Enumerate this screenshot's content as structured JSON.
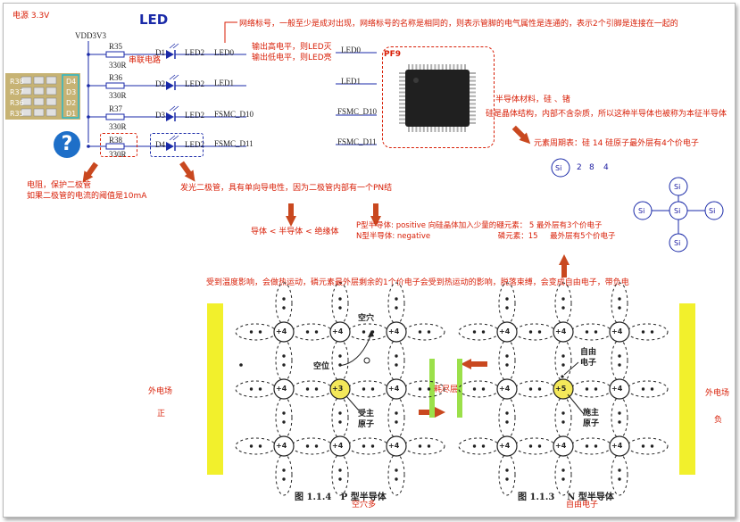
{
  "circuit": {
    "power_label": "电源 3.3V",
    "vdd_label": "VDD3V3",
    "title": "LED",
    "resistors": [
      {
        "ref": "R35",
        "value": "330R"
      },
      {
        "ref": "R36",
        "value": "330R"
      },
      {
        "ref": "R37",
        "value": "330R"
      },
      {
        "ref": "R38",
        "value": "330R"
      }
    ],
    "diodes": [
      {
        "ref": "D1",
        "led": "LED2",
        "net": "LED0"
      },
      {
        "ref": "D2",
        "led": "LED2",
        "net": "LED1"
      },
      {
        "ref": "D3",
        "led": "LED2",
        "net": "FSMC_D10"
      },
      {
        "ref": "D4",
        "led": "LED2",
        "net": "FSMC_D11"
      }
    ],
    "right_nets": [
      "LED0",
      "LED1",
      "FSMC_D10",
      "FSMC_D11"
    ],
    "series_note": "串联电路",
    "output_high": "输出高电平，则LED灭",
    "output_low": "输出低电平，则LED亮",
    "chip_label": "PF9",
    "photo_labels": [
      "R38",
      "R37",
      "R36",
      "R35",
      "D4",
      "D3",
      "D2",
      "D1"
    ],
    "help_glyph": "?"
  },
  "notes": {
    "net_label": "网络标号，一般至少是成对出现，网络标号的名称是相同的，则表示管脚的电气属性是连通的，表示2个引脚是连接在一起的",
    "resistor_1": "电阻，保护二极管",
    "resistor_2": "如果二极管的电流的阈值是10mA",
    "diode": "发光二极管，具有单向导电性，因为二极管内部有一个PN结",
    "semi_material": "半导体材料，硅 、锗",
    "crystal": "硅是晶体结构，内部不含杂质，所以这种半导体也被称为本征半导体",
    "periodic": "元素周期表：硅 14   硅原子最外层有4个价电子",
    "conductor_order": "导体 < 半导体 < 绝缘体",
    "p_type": "P型半导体: positive  向硅晶体加入少量的硼元素：  5      最外层有3个价电子",
    "n_type": "N型半导体: negative                            磷元素：15     最外层有5个价电子",
    "thermal": "受到温度影响，会做热运动，磷元素最外层剩余的1个价电子会受到热运动的影响，脱落束缚，会变成自由电子，带负电",
    "ext_field_left": "外电场",
    "ext_field_left_sign": "正",
    "ext_field_right": "外电场",
    "ext_field_right_sign": "负",
    "depletion": "耗尽层",
    "hole_many": "空穴多",
    "free_electron_many": "自由电子"
  },
  "atoms": {
    "si_center": "Si",
    "shell_numbers": [
      "2",
      "8",
      "4"
    ],
    "si_neighbors": [
      "Si",
      "Si",
      "Si",
      "Si",
      "Si"
    ]
  },
  "p_lattice": {
    "caption": "图 1.1.4   P 型半导体",
    "atom_label": "+4",
    "dopant_label": "+3",
    "hole_label": "空穴",
    "vacancy_label": "空位",
    "acceptor_label_1": "受主",
    "acceptor_label_2": "原子"
  },
  "n_lattice": {
    "caption": "图 1.1.3    N 型半导体",
    "atom_label": "+4",
    "dopant_label": "+5",
    "free_e_1": "自由",
    "free_e_2": "电子",
    "donor_1": "施主",
    "donor_2": "原子"
  },
  "colors": {
    "red": "#d81e06",
    "blue": "#1a2aa8",
    "yellow": "#f2f02c",
    "green": "#9be04a",
    "arrow": "#c9481f"
  }
}
